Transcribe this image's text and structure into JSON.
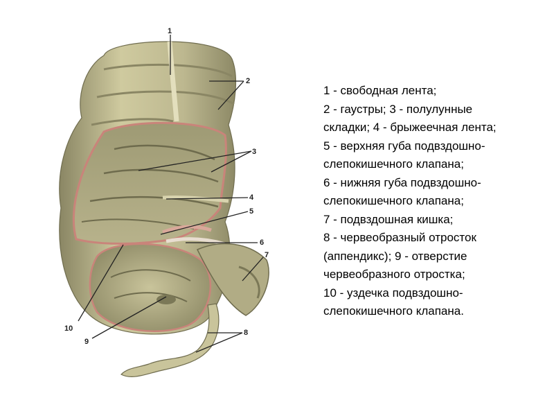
{
  "legend": {
    "lines": [
      "1 - свободная лента;",
      "2 - гаустры; 3 - полулунные",
      "складки; 4 - брыжеечная лента;",
      "5 - верхняя губа подвздошно-",
      "слепокишечного клапана;",
      "6 - нижняя губа подвздошно-",
      "слепокишечного клапана;",
      "7 - подвздошная кишка;",
      "8 - червеобразный отросток",
      "(аппендикс); 9 - отверстие",
      "червеобразного отростка;",
      "10 - уздечка подвздошно-",
      "слепокишечного клапана."
    ]
  },
  "figure": {
    "callouts": [
      "1",
      "2",
      "3",
      "4",
      "5",
      "6",
      "7",
      "8",
      "9",
      "10"
    ],
    "colors": {
      "tissue": "#b9b48e",
      "tissue_light": "#d8d3ae",
      "tissue_dark": "#7d7a5a",
      "cut_edge": "#c9847a",
      "inner": "#a9a47e"
    }
  }
}
